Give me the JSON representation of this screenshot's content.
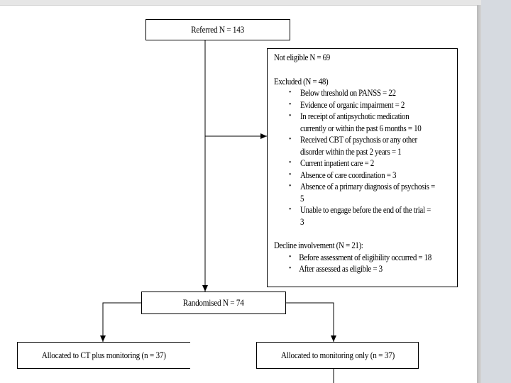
{
  "flowchart": {
    "referred": "Referred N = 143",
    "not_eligible": "Not eligible N = 69",
    "excluded": {
      "heading": "Excluded (N = 48)",
      "items": [
        {
          "line1": "Below threshold on PANSS = 22",
          "line2": ""
        },
        {
          "line1": "Evidence of organic impairment = 2",
          "line2": ""
        },
        {
          "line1": "In receipt of antipsychotic medication",
          "line2": "currently or within the past 6 months = 10"
        },
        {
          "line1": "Received CBT of psychosis or any other",
          "line2": "disorder within the past 2 years = 1"
        },
        {
          "line1": "Current inpatient care = 2",
          "line2": ""
        },
        {
          "line1": "Absence of care coordination = 3",
          "line2": ""
        },
        {
          "line1": "Absence of a primary diagnosis of psychosis =",
          "line2": "5"
        },
        {
          "line1": "Unable to engage before the end of the trial =",
          "line2": "3"
        }
      ]
    },
    "declined": {
      "heading": "Decline involvement (N = 21):",
      "items": [
        "Before assessment of eligibility occurred = 18",
        "After assessed as eligible = 3"
      ]
    },
    "randomised": "Randomised N = 74",
    "allocated_ct": "Allocated to CT plus monitoring (n = 37)",
    "allocated_monitoring": "Allocated to monitoring only (n = 37)"
  }
}
